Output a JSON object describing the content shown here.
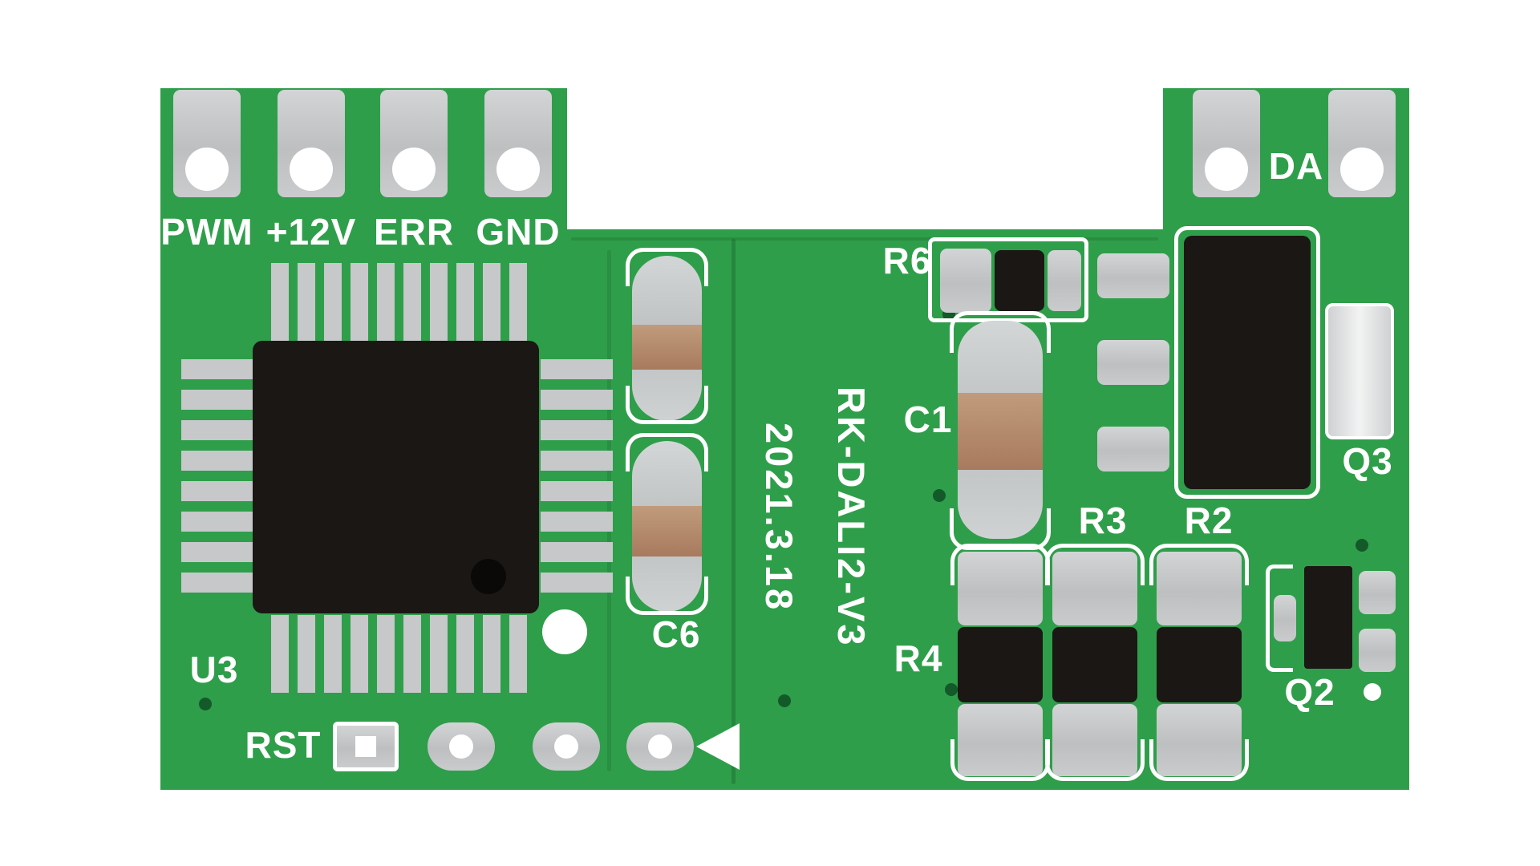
{
  "board": {
    "silkscreen": {
      "model": "RK-DALI2-V3",
      "date": "2021.3.18"
    },
    "connectors_left": [
      "PWM",
      "+12V",
      "ERR",
      "GND"
    ],
    "connector_right": "DA",
    "labels": {
      "u3": "U3",
      "rst": "RST",
      "c6": "C6",
      "r6": "R6",
      "c1": "C1",
      "q3": "Q3",
      "r3": "R3",
      "r2": "R2",
      "r4": "R4",
      "q2": "Q2"
    },
    "colors": {
      "board_green": "#2f9e4a",
      "silkscreen_white": "#ffffff",
      "pad_silver": "#c6c8ca",
      "component_black": "#1b1715",
      "capacitor_tan": "#b5886b"
    }
  }
}
